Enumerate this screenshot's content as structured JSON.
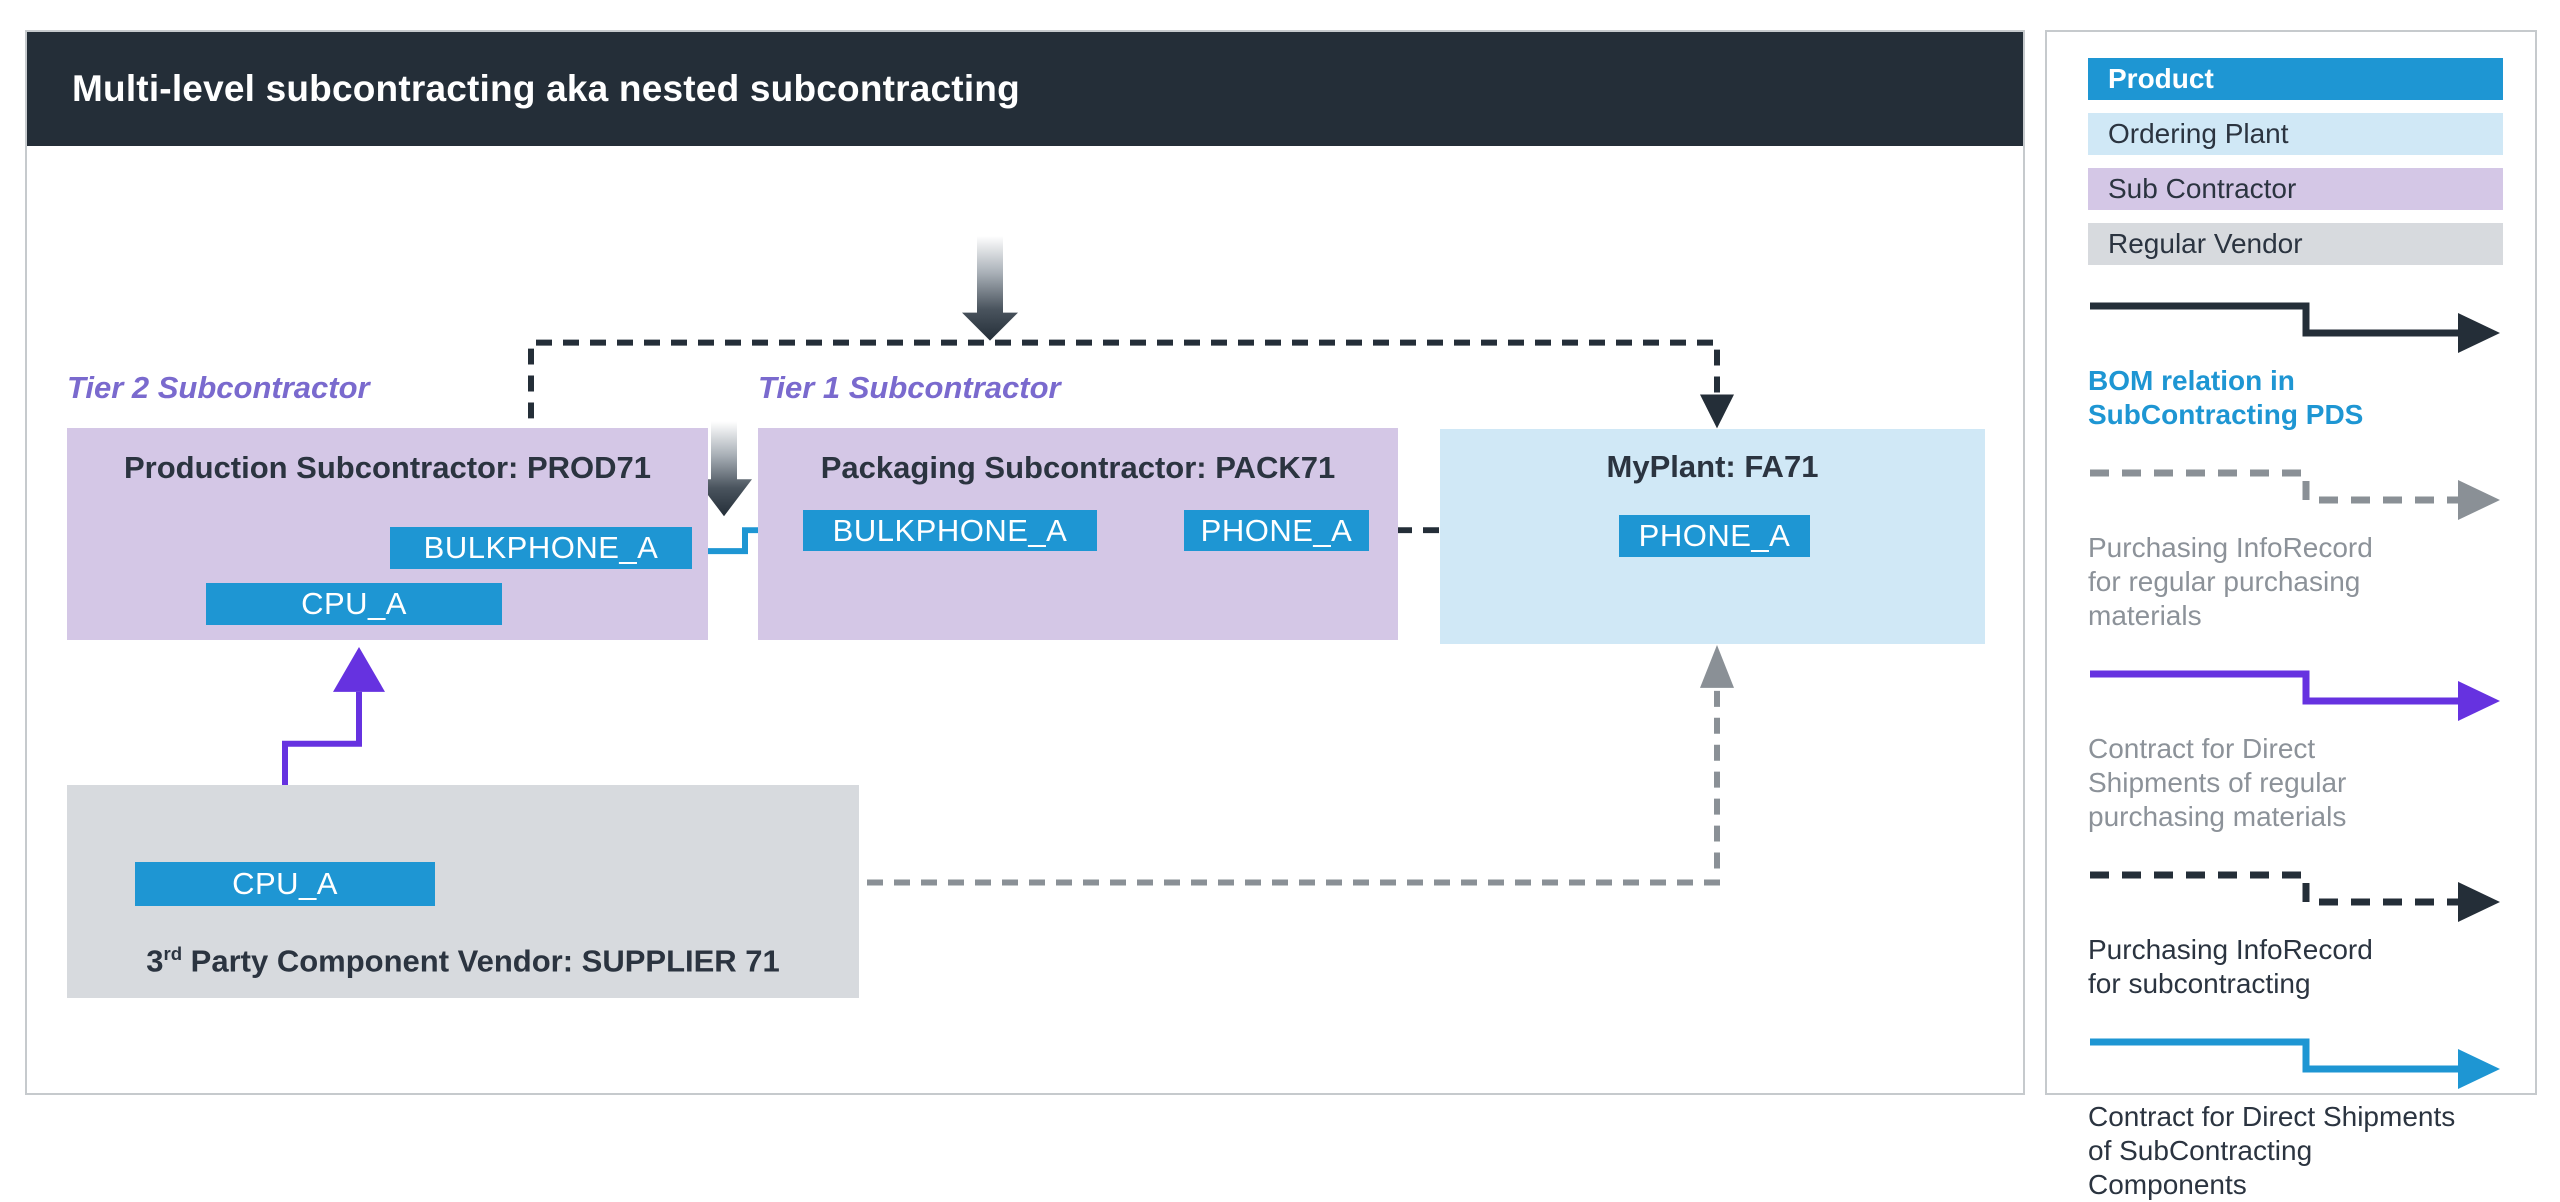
{
  "title_bar": {
    "title": "Multi-level subcontracting aka nested subcontracting"
  },
  "colors": {
    "title_bar_bg": "#242e38",
    "panel_border": "#c6cacd",
    "product_blue": "#1e96d3",
    "ordering_plant_blue": "#d0e8f6",
    "subcontractor_purple": "#d4c7e6",
    "vendor_gray": "#d7dade",
    "violet": "#6632e0",
    "tier_label_purple": "#7a6ace",
    "arrow_dark": "#242e38",
    "arrow_gray": "#8a9096",
    "text_dark": "#2b3440",
    "text_gray": "#8c9299"
  },
  "diagram": {
    "tier2_label": "Tier 2 Subcontractor",
    "tier1_label": "Tier 1 Subcontractor",
    "prod_box": {
      "title": "Production Subcontractor: PROD71",
      "bulkphone": "BULKPHONE_A",
      "cpu": "CPU_A"
    },
    "pack_box": {
      "title": "Packaging Subcontractor: PACK71",
      "bulkphone": "BULKPHONE_A",
      "phone": "PHONE_A"
    },
    "plant_box": {
      "title": "MyPlant: FA71",
      "phone": "PHONE_A"
    },
    "vendor_box": {
      "title_num": "3",
      "title_sup": "rd",
      "title_rest": " Party Component Vendor: SUPPLIER 71",
      "cpu": "CPU_A"
    }
  },
  "legend": {
    "swatches": [
      {
        "label": "Product"
      },
      {
        "label": "Ordering Plant"
      },
      {
        "label": "Sub Contractor"
      },
      {
        "label": "Regular Vendor"
      }
    ],
    "items": [
      {
        "label": "BOM relation in\nSubContracting PDS",
        "arrow_color": "#242e38",
        "style": "solid"
      },
      {
        "label": "Purchasing InfoRecord\nfor regular purchasing\nmaterials",
        "arrow_color": "#8a9096",
        "style": "dashed"
      },
      {
        "label": "Contract for Direct\nShipments of regular\npurchasing materials",
        "arrow_color": "#6632e0",
        "style": "solid"
      },
      {
        "label": "Purchasing InfoRecord\nfor subcontracting",
        "arrow_color": "#242e38",
        "style": "dashed"
      },
      {
        "label": "Contract for Direct Shipments\nof SubContracting\nComponents",
        "arrow_color": "#1e96d3",
        "style": "solid"
      }
    ]
  }
}
